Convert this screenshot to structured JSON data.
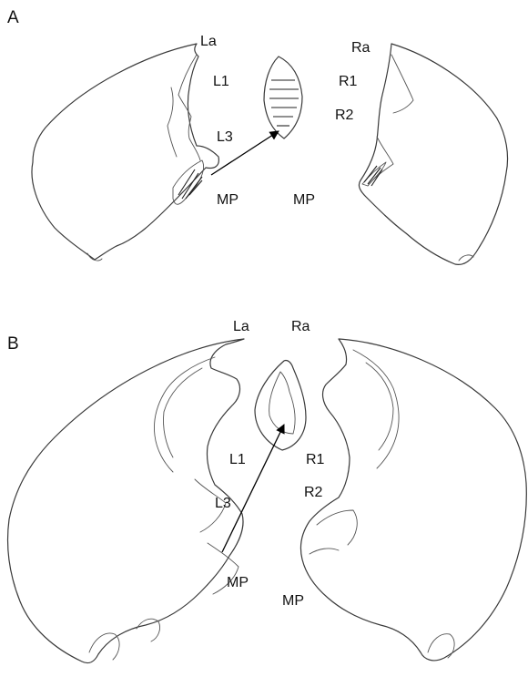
{
  "panels": [
    {
      "id": "A",
      "labels": {
        "panel": "A",
        "la": "La",
        "l1": "L1",
        "l3": "L3",
        "mp_left": "MP",
        "ra": "Ra",
        "r1": "R1",
        "r2": "R2",
        "mp_right": "MP"
      }
    },
    {
      "id": "B",
      "labels": {
        "panel": "B",
        "la": "La",
        "ra": "Ra",
        "l1": "L1",
        "l3": "L3",
        "r1": "R1",
        "r2": "R2",
        "mp_left": "MP",
        "mp_right": "MP"
      }
    }
  ]
}
